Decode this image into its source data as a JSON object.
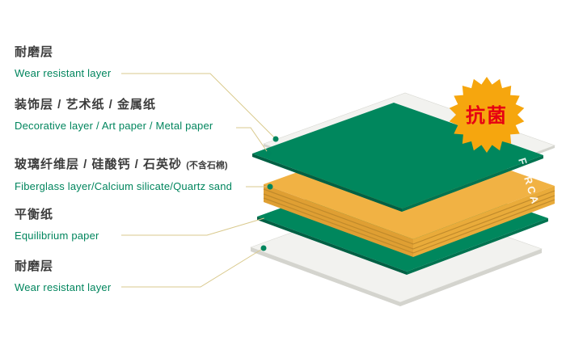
{
  "labels": [
    {
      "zh": "耐磨层",
      "en": "Wear resistant layer"
    },
    {
      "zh": "装饰层 / 艺术纸 / 金属纸",
      "en": "Decorative layer / Art paper / Metal paper"
    },
    {
      "zh": "玻璃纤维层 / 硅酸钙 / 石英砂",
      "zh_note": "(不含石棉)",
      "en": "Fiberglass layer/Calcium silicate/Quartz sand"
    },
    {
      "zh": "平衡纸",
      "en": "Equilibrium paper"
    },
    {
      "zh": "耐磨层",
      "en": "Wear resistant layer"
    }
  ],
  "badge": {
    "label": "抗菌"
  },
  "brand": {
    "name": "FORCA"
  },
  "colors": {
    "label_zh": "#3c3c3c",
    "label_en": "#00855d",
    "leader_line": "#d9c98c",
    "dot": "#00855d",
    "sheet_white_top": "#f2f2ef",
    "sheet_white_side": "#d4d4ce",
    "green_face": "#00875d",
    "green_side_dark": "#006044",
    "green_side_mid": "#007350",
    "core_face": "#f1b244",
    "core_side_left": "#df9f33",
    "core_side_right": "#e9ab3a",
    "core_stripe": "#c08a2b",
    "badge_fill": "#f6a60e",
    "badge_text": "#e60012",
    "brand_text": "#ffffff"
  }
}
